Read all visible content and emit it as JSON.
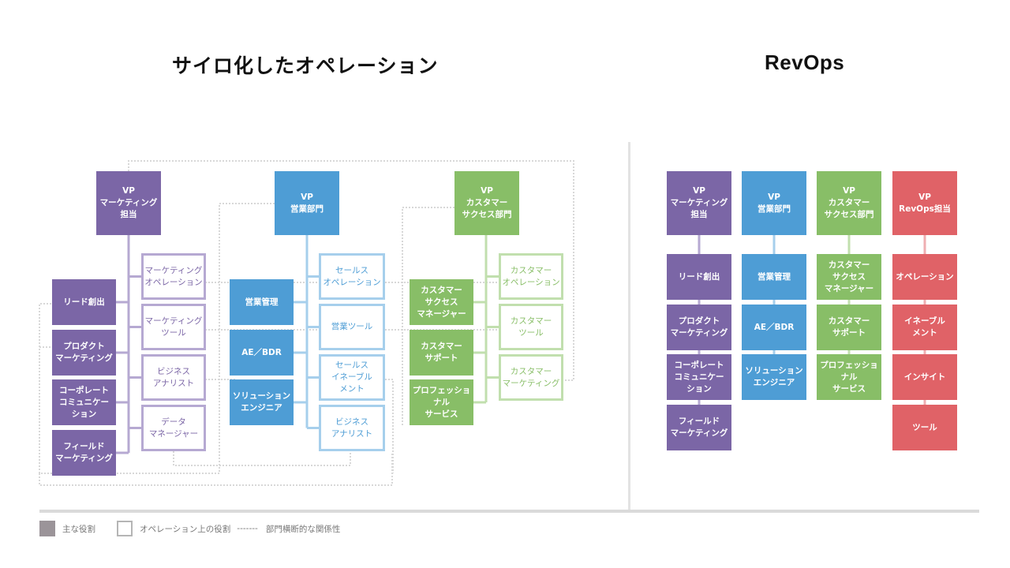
{
  "titles": {
    "left": "サイロ化したオペレーション",
    "right": "RevOps"
  },
  "colors": {
    "purple": "#7b66a6",
    "purple_line": "#b6a9d2",
    "blue": "#4e9dd5",
    "blue_line": "#a6cfec",
    "green": "#88be67",
    "green_line": "#c1dfae",
    "red": "#e06267",
    "red_line": "#efaeb1",
    "legend_gray": "#9b9499",
    "dotted": "#d8d8d8"
  },
  "silo": {
    "marketing": {
      "vp": "VP\nマーケティング\n担当",
      "primary": [
        "リード創出",
        "プロダクト\nマーケティング",
        "コーポレート\nコミュニケー\nション",
        "フィールド\nマーケティング"
      ],
      "operational": [
        "マーケティング\nオペレーション",
        "マーケティング\nツール",
        "ビジネス\nアナリスト",
        "データ\nマネージャー"
      ]
    },
    "sales": {
      "vp": "VP\n営業部門",
      "primary": [
        "営業管理",
        "AE／BDR",
        "ソリューション\nエンジニア"
      ],
      "operational": [
        "セールス\nオペレーション",
        "営業ツール",
        "セールス\nイネーブル\nメント",
        "ビジネス\nアナリスト"
      ]
    },
    "cs": {
      "vp": "VP\nカスタマー\nサクセス部門",
      "primary": [
        "カスタマー\nサクセス\nマネージャー",
        "カスタマー\nサポート",
        "プロフェッショ\nナル\nサービス"
      ],
      "operational": [
        "カスタマー\nオペレーション",
        "カスタマー\nツール",
        "カスタマー\nマーケティング"
      ]
    }
  },
  "revops": {
    "marketing": {
      "vp": "VP\nマーケティング\n担当",
      "items": [
        "リード創出",
        "プロダクト\nマーケティング",
        "コーポレート\nコミュニケー\nション",
        "フィールド\nマーケティング"
      ]
    },
    "sales": {
      "vp": "VP\n営業部門",
      "items": [
        "営業管理",
        "AE／BDR",
        "ソリューション\nエンジニア"
      ]
    },
    "cs": {
      "vp": "VP\nカスタマー\nサクセス部門",
      "items": [
        "カスタマー\nサクセス\nマネージャー",
        "カスタマー\nサポート",
        "プロフェッショ\nナル\nサービス"
      ]
    },
    "revops": {
      "vp": "VP\nRevOps担当",
      "items": [
        "オペレーション",
        "イネーブル\nメント",
        "インサイト",
        "ツール"
      ]
    }
  },
  "legend": {
    "primary": "主な役割",
    "operational": "オペレーション上の役割",
    "dash": "-------",
    "cross": "部門横断的な関係性"
  }
}
